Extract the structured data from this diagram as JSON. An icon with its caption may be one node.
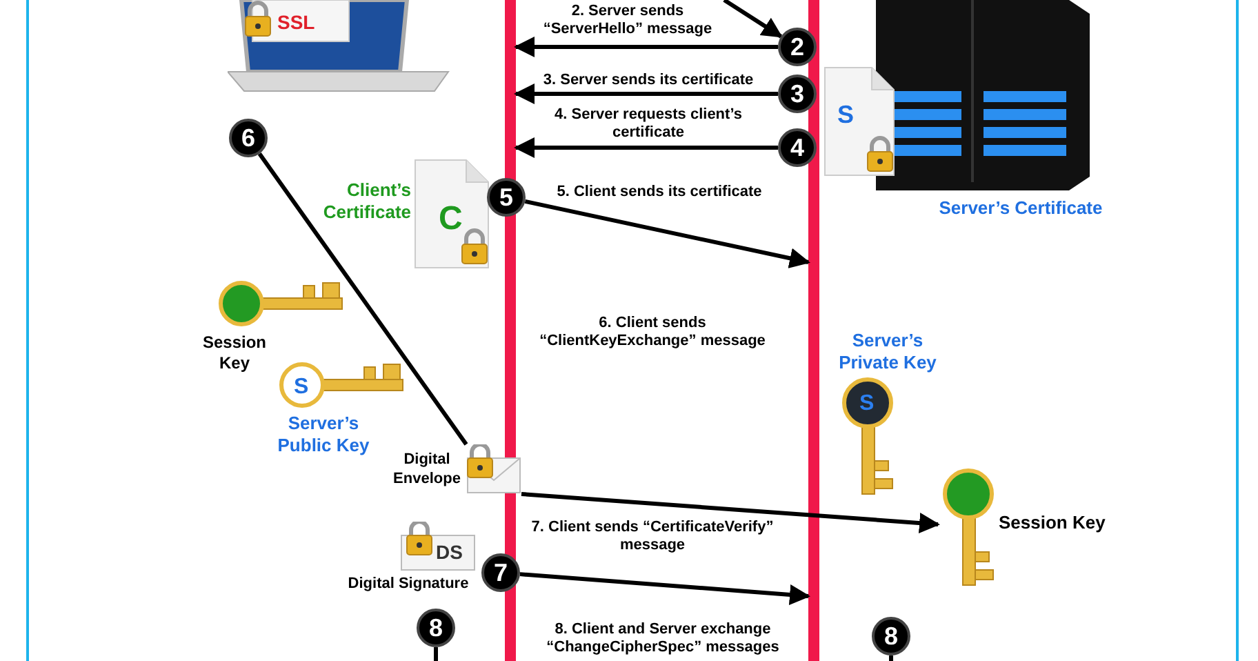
{
  "diagram": {
    "nodes": [
      {
        "text": [
          "SSL"
        ]
      },
      {
        "text": [],
        "shape": "picture",
        "beside": [
          "Server’s Certificate"
        ]
      },
      {
        "text": [],
        "shape": "bar"
      },
      {
        "text": [],
        "shape": "bar"
      },
      {
        "text": [
          "2"
        ]
      },
      {
        "text": [
          "3"
        ]
      },
      {
        "text": [
          "4"
        ]
      },
      {
        "text": [
          "S"
        ]
      },
      {
        "text": [
          "6"
        ]
      },
      {
        "text": [
          "C"
        ],
        "beside": [
          "Client’s Certificate"
        ]
      },
      {
        "text": [
          "5"
        ]
      },
      {
        "text": [],
        "shape": "picture",
        "beside": [
          "Session Key"
        ]
      },
      {
        "text": [
          "S"
        ],
        "beside": [
          "Server’s Public Key"
        ]
      },
      {
        "text": [],
        "shape": "picture",
        "beside": [
          "Digital Envelope"
        ]
      },
      {
        "text": [
          "S"
        ],
        "beside": [
          "Server’s Private Key"
        ]
      },
      {
        "text": [],
        "shape": "picture",
        "beside": [
          "Session Key"
        ]
      },
      {
        "text": [
          "DS"
        ],
        "beside": [
          "Digital Signature"
        ]
      },
      {
        "text": [
          "7"
        ]
      },
      {
        "text": [
          "8"
        ]
      },
      {
        "text": [
          "8"
        ]
      }
    ],
    "edges": [
      {
        "from": null,
        "to": 4,
        "arrow": "to"
      },
      {
        "from": 4,
        "to": 2,
        "arrow": "to",
        "label": "2. Server sends “ServerHello” message"
      },
      {
        "from": 5,
        "to": 2,
        "arrow": "to",
        "label": "3. Server sends its certificate"
      },
      {
        "from": 6,
        "to": 2,
        "arrow": "to",
        "label": "4. Server requests client’s certificate"
      },
      {
        "from": 10,
        "to": 3,
        "arrow": "to",
        "label": "5. Client sends its certificate"
      },
      {
        "from": 8,
        "to": 13,
        "arrow": "none"
      },
      {
        "from": 13,
        "to": 15,
        "arrow": "to"
      },
      {
        "from": 17,
        "to": 3,
        "arrow": "to",
        "label": "7. Client sends “CertificateVerify” message"
      },
      {
        "from": 18,
        "to": null,
        "arrow": "none"
      },
      {
        "from": 19,
        "to": null,
        "arrow": "none"
      }
    ],
    "labels": [
      "6. Client sends “ClientKeyExchange” message",
      "8. Client and Server exchange “ChangeCipherSpec” messages"
    ]
  }
}
